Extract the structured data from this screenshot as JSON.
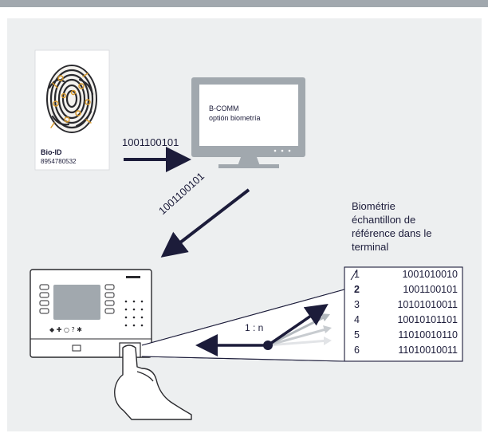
{
  "card": {
    "title": "Bio-ID",
    "number": "8954780532"
  },
  "computer": {
    "line1": "B-COMM",
    "line2": "optión biometría"
  },
  "transfer": {
    "to_computer": "1001100101",
    "to_terminal": "1001100101"
  },
  "caption": [
    "Biométrie",
    "échantillon de",
    "référence dans le",
    "terminal"
  ],
  "templates": [
    {
      "index": "1",
      "code": "1001010010",
      "selected": false
    },
    {
      "index": "2",
      "code": "1001100101",
      "selected": true
    },
    {
      "index": "3",
      "code": "10101010011",
      "selected": false
    },
    {
      "index": "4",
      "code": "10010101101",
      "selected": false
    },
    {
      "index": "5",
      "code": "11010010110",
      "selected": false
    },
    {
      "index": "6",
      "code": "11010010011",
      "selected": false
    }
  ],
  "match_ratio": "1 : n",
  "colors": {
    "navy": "#1c1c3a",
    "gray": "#a1a8ae",
    "panel": "#edeff0",
    "accent": "#d99a2b"
  },
  "icons": [
    "fingerprint-icon",
    "monitor-icon",
    "terminal-device-icon",
    "hand-icon"
  ]
}
